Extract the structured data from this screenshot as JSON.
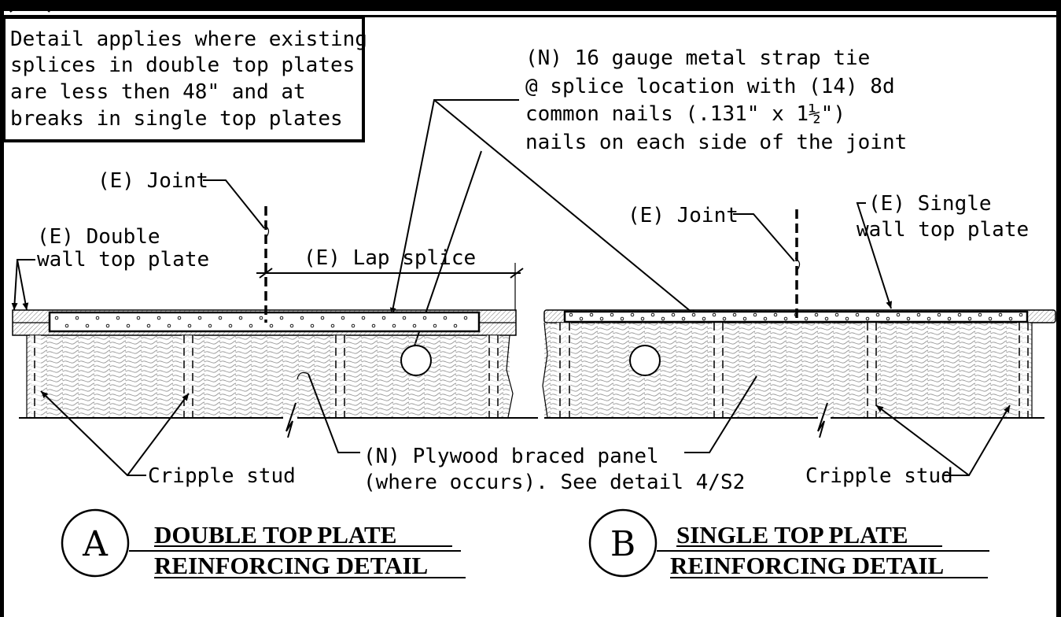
{
  "note_box": {
    "lines": [
      "Detail applies where existing",
      "splices in double top plates",
      "are less then 48\" and at",
      "breaks in single top plates"
    ]
  },
  "strap_callout": {
    "lines": [
      "(N) 16 gauge metal strap tie",
      "@ splice location with (14) 8d",
      "common nails (.131\" x 1½\")",
      "nails on each side of the joint"
    ]
  },
  "detail_a": {
    "joint_label": "(E) Joint",
    "plate_label_line1": "(E) Double",
    "plate_label_line2": "wall top plate",
    "lap_splice_label": "(E) Lap splice",
    "cripple_label": "Cripple stud",
    "letter": "A",
    "title_line1": "DOUBLE TOP PLATE",
    "title_line2": "REINFORCING DETAIL"
  },
  "detail_b": {
    "joint_label": "(E) Joint",
    "plate_label_line1": "(E) Single",
    "plate_label_line2": "wall top plate",
    "cripple_label": "Cripple stud",
    "letter": "B",
    "title_line1": "SINGLE TOP PLATE",
    "title_line2": "REINFORCING DETAIL"
  },
  "plywood_callout": {
    "line1": "(N) Plywood braced panel",
    "line2": "(where occurs). See detail 4/S2"
  }
}
